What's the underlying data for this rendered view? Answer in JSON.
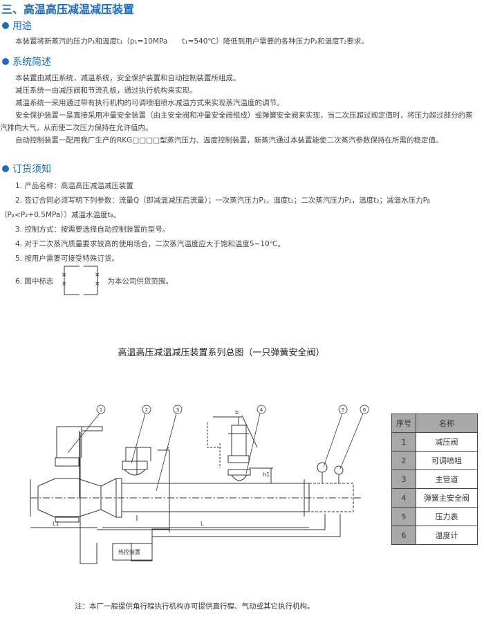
{
  "title": "三、高温高压减温减压装置",
  "usage": {
    "heading": "用途",
    "text": "本装置将新蒸汽的压力P₁和温度t₁（p₁=10MPa　　t₁=540℃）降低到用户需要的各种压力P₂和温度T₂要求。"
  },
  "system": {
    "heading": "系统简述",
    "paragraphs": [
      "本装置由减压系统，减温系统，安全保护装置和自动控制装置所组成。",
      "减压系统一由减压阀和节流孔板，通过执行机构来实现。",
      "减温系统一采用通过带有执行机构的可调喷咀喷水减温方式来实现蒸汽温度的调节。",
      "安全保护装置一是直接采用冲量安全装置（由主安全阀和冲量安全阀组成）或弹簧安全阀来实现，当二次压超过规定值时，将压力超过部分的蒸汽排向大气，从而使二次压力保持在允许值内。",
      "自动控制装置一配用我厂生产的RKG□□□□型蒸汽压力、温度控制装置，新蒸汽通过本装置能使二次蒸汽参数保持在所需的稳定值。"
    ]
  },
  "order": {
    "heading": "订货须知",
    "items": [
      "1. 产品名称：高温高压减温减压装置",
      "2. 签订合同必须写明下列参数：流量Q（即减温减压后流量）；一次蒸汽压力P₁，温度t₁；二次蒸汽压力P₂，温度t₂；减温水压力Pᵦ（Pᵦ<P₂+0.5MPa））减温水温度tᵦ。",
      "3. 控制方式：按需要选择自动控制装置的型号。",
      "4. 对于二次蒸汽质量要求较高的使用场合，二次蒸汽温度应大于饱和温度5~10℃。",
      "5. 按用户需要可接受特殊订货。"
    ],
    "item6_prefix": "6. 图中标志",
    "item6_suffix": "为本公司供货范围。"
  },
  "figure": {
    "title": "高温高压减温减压装置系列总图（一只弹簧安全阀）",
    "box_label": "热控装置",
    "dims": {
      "L": "L",
      "L1": "L1",
      "b": "b",
      "h1": "h1"
    },
    "callouts": [
      "1",
      "2",
      "3",
      "4",
      "5",
      "6"
    ]
  },
  "table": {
    "headers": [
      "序号",
      "名称"
    ],
    "rows": [
      [
        "1",
        "减压阀"
      ],
      [
        "2",
        "可调喷咀"
      ],
      [
        "3",
        "主管道"
      ],
      [
        "4",
        "弹簧主安全阀"
      ],
      [
        "5",
        "压力表"
      ],
      [
        "6",
        "温度计"
      ]
    ]
  },
  "note": "注：本厂一般提供角行程执行机构亦可提供直行程、气动或其它执行机构。"
}
